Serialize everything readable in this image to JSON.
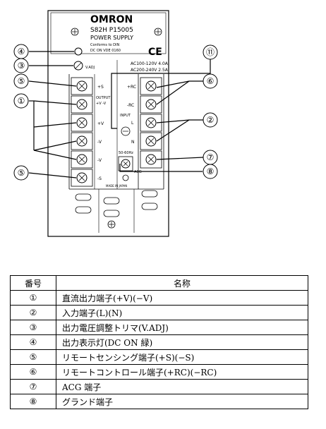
{
  "device": {
    "brand": "OMRON",
    "model": "S82H P15005",
    "title": "POWER SUPPLY",
    "std1": "Conforms to DIN",
    "std2": "DC ON    VDE 0160",
    "vadj": "V.ADJ",
    "ce": "CE",
    "ac1": "AC100-120V 4.0A",
    "ac2": "AC200-240V 2.5A",
    "output": "OUTPUT",
    "output_sub": "+V  -V",
    "input": "INPUT",
    "input_l": "L",
    "input_n": "N",
    "freq": "50-60Hz",
    "made_in": "MADE IN JAPAN",
    "lbl_plus_s": "+S",
    "lbl_plus_v": "+V",
    "lbl_minus_v": "-V",
    "lbl_minus_v2": "-V",
    "lbl_minus_s": "-S",
    "lbl_plus_rc": "+RC",
    "lbl_minus_rc": "-RC",
    "lbl_acg": "ACG"
  },
  "callouts": [
    "④",
    "③",
    "⑤",
    "①",
    "⑤",
    "⑪",
    "⑥",
    "②",
    "⑦",
    "⑧"
  ],
  "table": {
    "headers": [
      "番号",
      "名称"
    ],
    "rows": [
      {
        "num": "①",
        "name": "直流出力端子(+V)(−V)"
      },
      {
        "num": "②",
        "name": "入力端子(L)(N)"
      },
      {
        "num": "③",
        "name": "出力電圧調整トリマ(V.ADJ)"
      },
      {
        "num": "④",
        "name": "出力表示灯(DC ON 緑)"
      },
      {
        "num": "⑤",
        "name": "リモートセンシング端子(+S)(−S)"
      },
      {
        "num": "⑥",
        "name": "リモートコントロール端子(+RC)(−RC)"
      },
      {
        "num": "⑦",
        "name": "ACG 端子"
      },
      {
        "num": "⑧",
        "name": "グランド端子"
      }
    ]
  }
}
